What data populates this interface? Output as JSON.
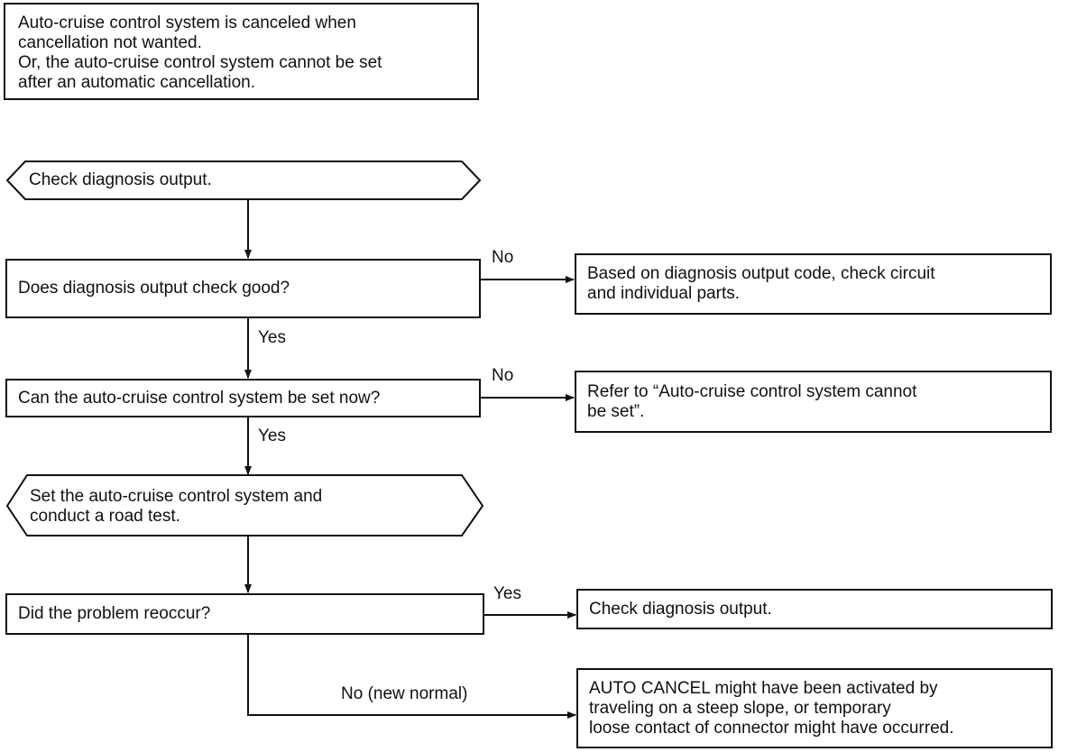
{
  "problem": {
    "lines": [
      "Auto-cruise control system is canceled when",
      "cancellation not wanted.",
      "Or, the auto-cruise control system cannot be set",
      "after an automatic cancellation."
    ]
  },
  "steps": {
    "check_output": {
      "lines": [
        "Check diagnosis output."
      ]
    },
    "q_output_good": {
      "lines": [
        "Does diagnosis output check good?"
      ]
    },
    "a_circuit": {
      "lines": [
        "Based on diagnosis output code, check circuit",
        "and individual parts."
      ]
    },
    "q_set_now": {
      "lines": [
        "Can the auto-cruise control system be set now?"
      ]
    },
    "a_refer": {
      "lines": [
        "Refer to “Auto-cruise control system cannot",
        "be set”."
      ]
    },
    "road_test": {
      "lines": [
        "Set the auto-cruise control system and",
        "conduct a road test."
      ]
    },
    "q_reoccur": {
      "lines": [
        "Did the problem reoccur?"
      ]
    },
    "a_check_output": {
      "lines": [
        "Check diagnosis output."
      ]
    },
    "a_auto_cancel": {
      "lines": [
        "AUTO CANCEL might have been activated by",
        "traveling on a steep slope, or temporary",
        "loose contact of connector might have occurred."
      ]
    }
  },
  "labels": {
    "no_1": "No",
    "yes_1": "Yes",
    "no_2": "No",
    "yes_2": "Yes",
    "yes_3": "Yes",
    "no_new_normal": "No (new normal)"
  }
}
